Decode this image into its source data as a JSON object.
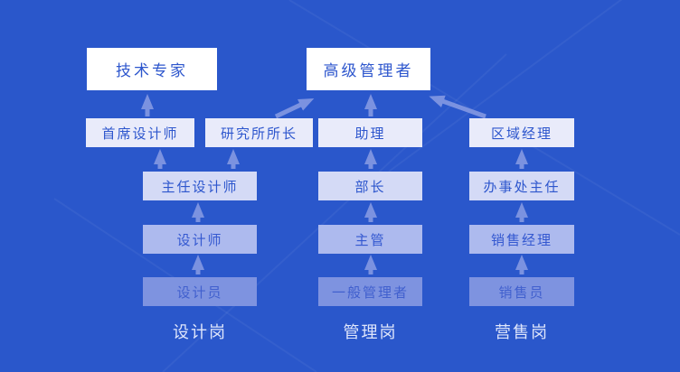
{
  "nodes": {
    "tech_expert": "技术专家",
    "senior_manager": "高级管理者",
    "chief_designer": "首席设计师",
    "institute_director": "研究所所长",
    "assistant": "助理",
    "regional_manager": "区域经理",
    "director_designer": "主任设计师",
    "minister": "部长",
    "office_director": "办事处主任",
    "designer": "设计师",
    "supervisor": "主管",
    "sales_manager": "销售经理",
    "junior_designer": "设计员",
    "general_manager": "一般管理者",
    "salesperson": "销售员"
  },
  "column_labels": {
    "design": "设计岗",
    "management": "管理岗",
    "sales": "营售岗"
  },
  "colors": {
    "background": "#2A57CB",
    "level1_bg": "#FFFFFF",
    "level2_bg": "#E9EBFA",
    "level3_bg": "#D4DAF6",
    "level4_bg": "#ADBAEE",
    "level5_bg": "#7E93E0",
    "node_text": "#2D56CD",
    "node_text_mid": "#3458D0",
    "node_text_dim": "#4160CE",
    "arrow": "#7B92E0",
    "column_label_text": "#DFE6FB"
  }
}
